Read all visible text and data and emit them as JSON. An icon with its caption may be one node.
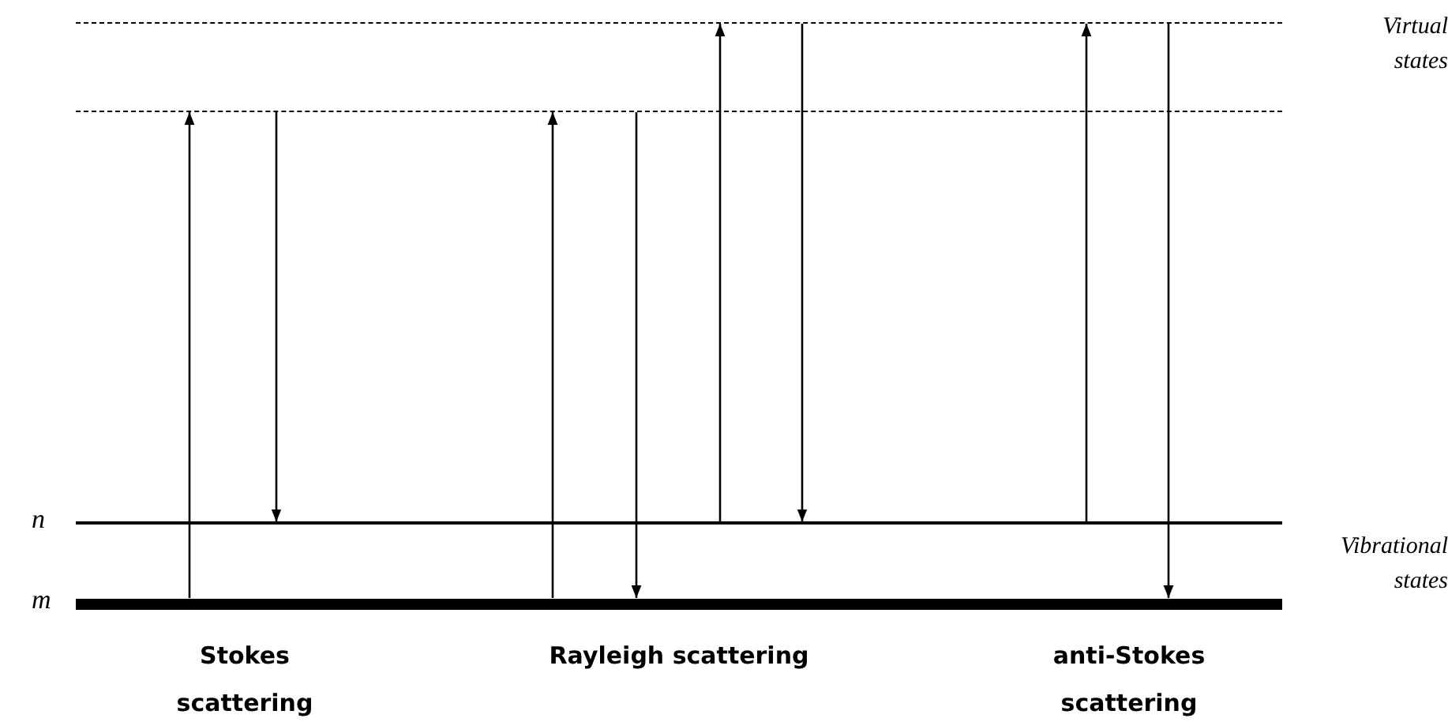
{
  "diagram": {
    "nodes": [
      {
        "text": [],
        "shape": "bar"
      },
      {
        "text": [],
        "shape": "bar"
      },
      {
        "text": [
          "n"
        ]
      },
      {
        "text": [
          "m"
        ]
      }
    ],
    "edges": [
      {
        "from": 3,
        "to": 1,
        "arrow": "to"
      },
      {
        "from": 1,
        "to": 2,
        "arrow": "to"
      },
      {
        "from": 3,
        "to": 1,
        "arrow": "to"
      },
      {
        "from": 1,
        "to": 3,
        "arrow": "to"
      },
      {
        "from": 2,
        "to": 0,
        "arrow": "to"
      },
      {
        "from": 0,
        "to": 2,
        "arrow": "to"
      },
      {
        "from": 2,
        "to": 0,
        "arrow": "to"
      },
      {
        "from": 0,
        "to": 3,
        "arrow": "to"
      }
    ],
    "labels": [
      "Virtual states",
      "Vibrational states",
      "Stokes scattering",
      "Rayleigh scattering",
      "anti-Stokes scattering"
    ]
  }
}
